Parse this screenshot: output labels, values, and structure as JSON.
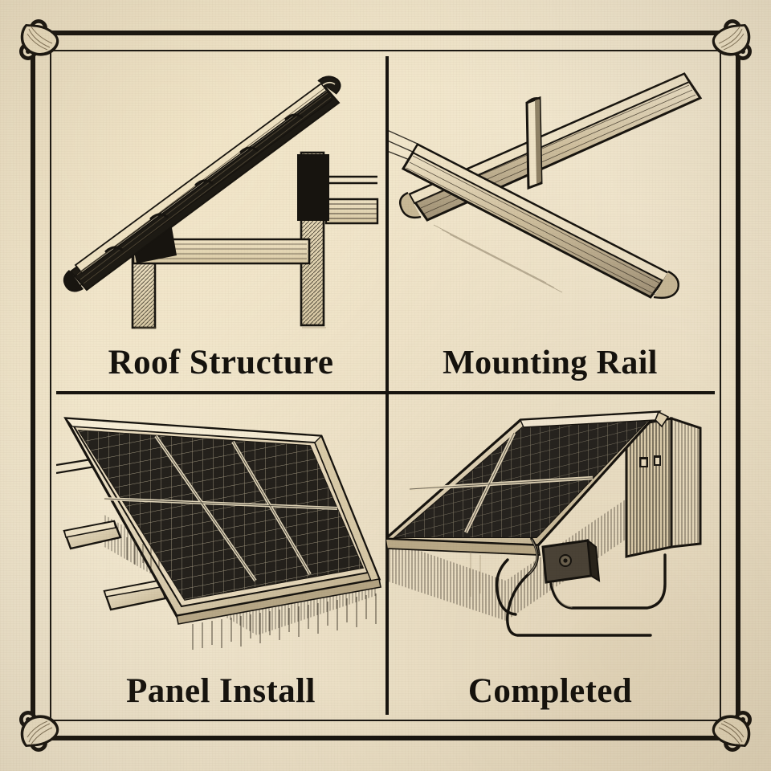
{
  "plate": {
    "style": "vintage pen-and-ink engraving",
    "paper_color": "#f1e7cf",
    "ink_color": "#17140f",
    "panel_color": "#2b2823"
  },
  "border": {
    "ornament_name": "fleuron-corner-ornament",
    "corner_count": 4,
    "line_style": "double-rule"
  },
  "quadrants": [
    {
      "id": "roof-structure",
      "position": "top-left",
      "caption": "Roof Structure",
      "illustration": "sloped-roof-rafter-with-post-and-beam"
    },
    {
      "id": "mounting-rail",
      "position": "top-right",
      "caption": "Mounting Rail",
      "illustration": "crossed-aluminium-rails-with-bolt"
    },
    {
      "id": "panel-install",
      "position": "bottom-left",
      "caption": "Panel Install",
      "illustration": "six-solar-modules-on-rails"
    },
    {
      "id": "completed",
      "position": "bottom-right",
      "caption": "Completed",
      "illustration": "array-with-inverter-junction-box-and-cabling"
    }
  ]
}
